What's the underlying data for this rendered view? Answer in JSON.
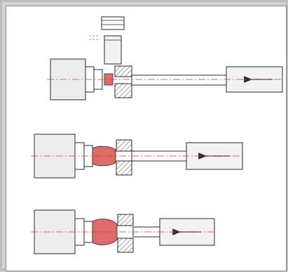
{
  "figure": {
    "panels": [
      {
        "id": "stage-1",
        "description_key": "bar-fed-to-stop"
      },
      {
        "id": "stage-2",
        "description_key": "upset-head-forming"
      },
      {
        "id": "stage-3",
        "description_key": "upset-head-complete"
      }
    ],
    "colors": {
      "upset_material": "#e06a6a",
      "outline": "#2a2a2a",
      "centerline": "#d03a3a",
      "hatch": "#6a6a6a",
      "paper": "#ffffff",
      "shading": "#e8e8e8"
    },
    "icons": [
      "feed-direction-arrow",
      "centerline-dashdot",
      "section-hatch"
    ]
  }
}
